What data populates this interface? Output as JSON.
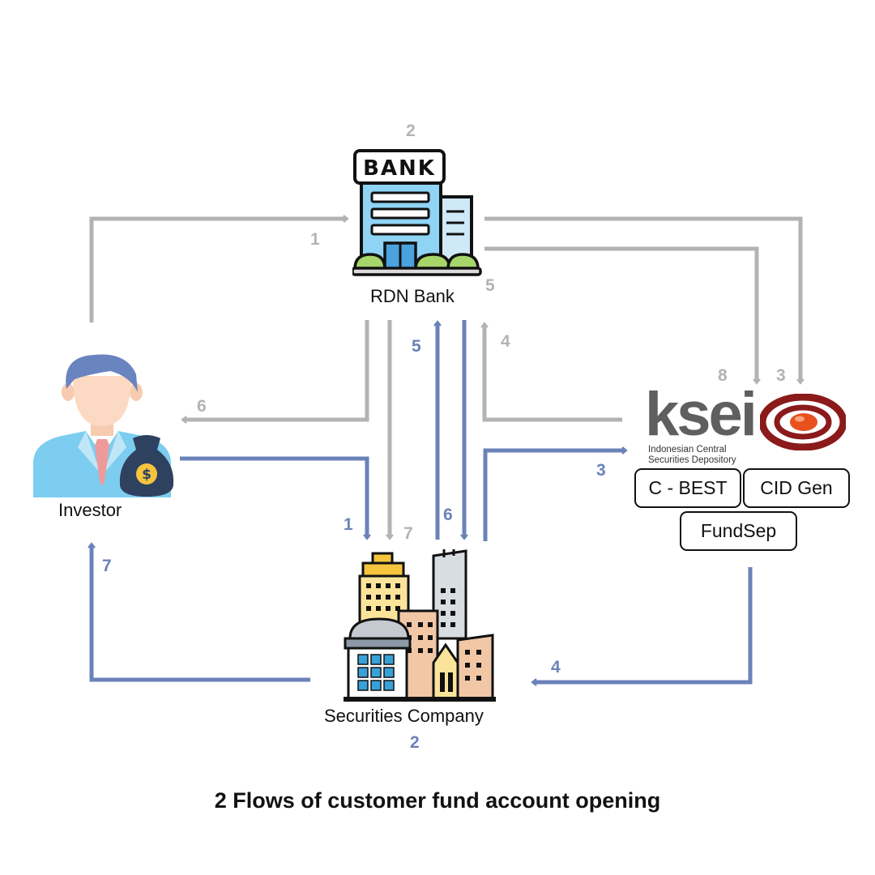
{
  "title": "2 Flows of customer fund account opening",
  "nodes": {
    "bank": {
      "label": "RDN Bank",
      "sign": "BANK",
      "badge": "2"
    },
    "investor": {
      "label": "Investor"
    },
    "securities": {
      "label": "Securities Company",
      "badge": "2"
    },
    "ksei": {
      "word": "ksei",
      "sub_line1": "Indonesian Central",
      "sub_line2": "Securities Depository",
      "systems": [
        "C - BEST",
        "CID Gen",
        "FundSep"
      ]
    }
  },
  "flow_labels": {
    "gray": {
      "investor_to_bank": "1",
      "bank_to_ksei": "3",
      "ksei_to_bank": "4",
      "bank_note": "5",
      "bank_to_investor": "6",
      "bank_to_securities": "7",
      "bank_to_ksei_second": "8"
    },
    "blue": {
      "investor_to_securities": "1",
      "securities_to_ksei": "3",
      "ksei_to_securities": "4",
      "securities_to_bank": "5",
      "bank_to_securities": "6",
      "securities_to_investor": "7"
    }
  },
  "colors": {
    "gray_flow": "#b3b3b3",
    "blue_flow": "#6b82b8",
    "ksei_red": "#8b1a1a",
    "ksei_orange": "#e8501e"
  },
  "icons": [
    "bank-building-icon",
    "investor-person-icon",
    "money-bag-icon",
    "city-buildings-icon",
    "ksei-logo"
  ]
}
